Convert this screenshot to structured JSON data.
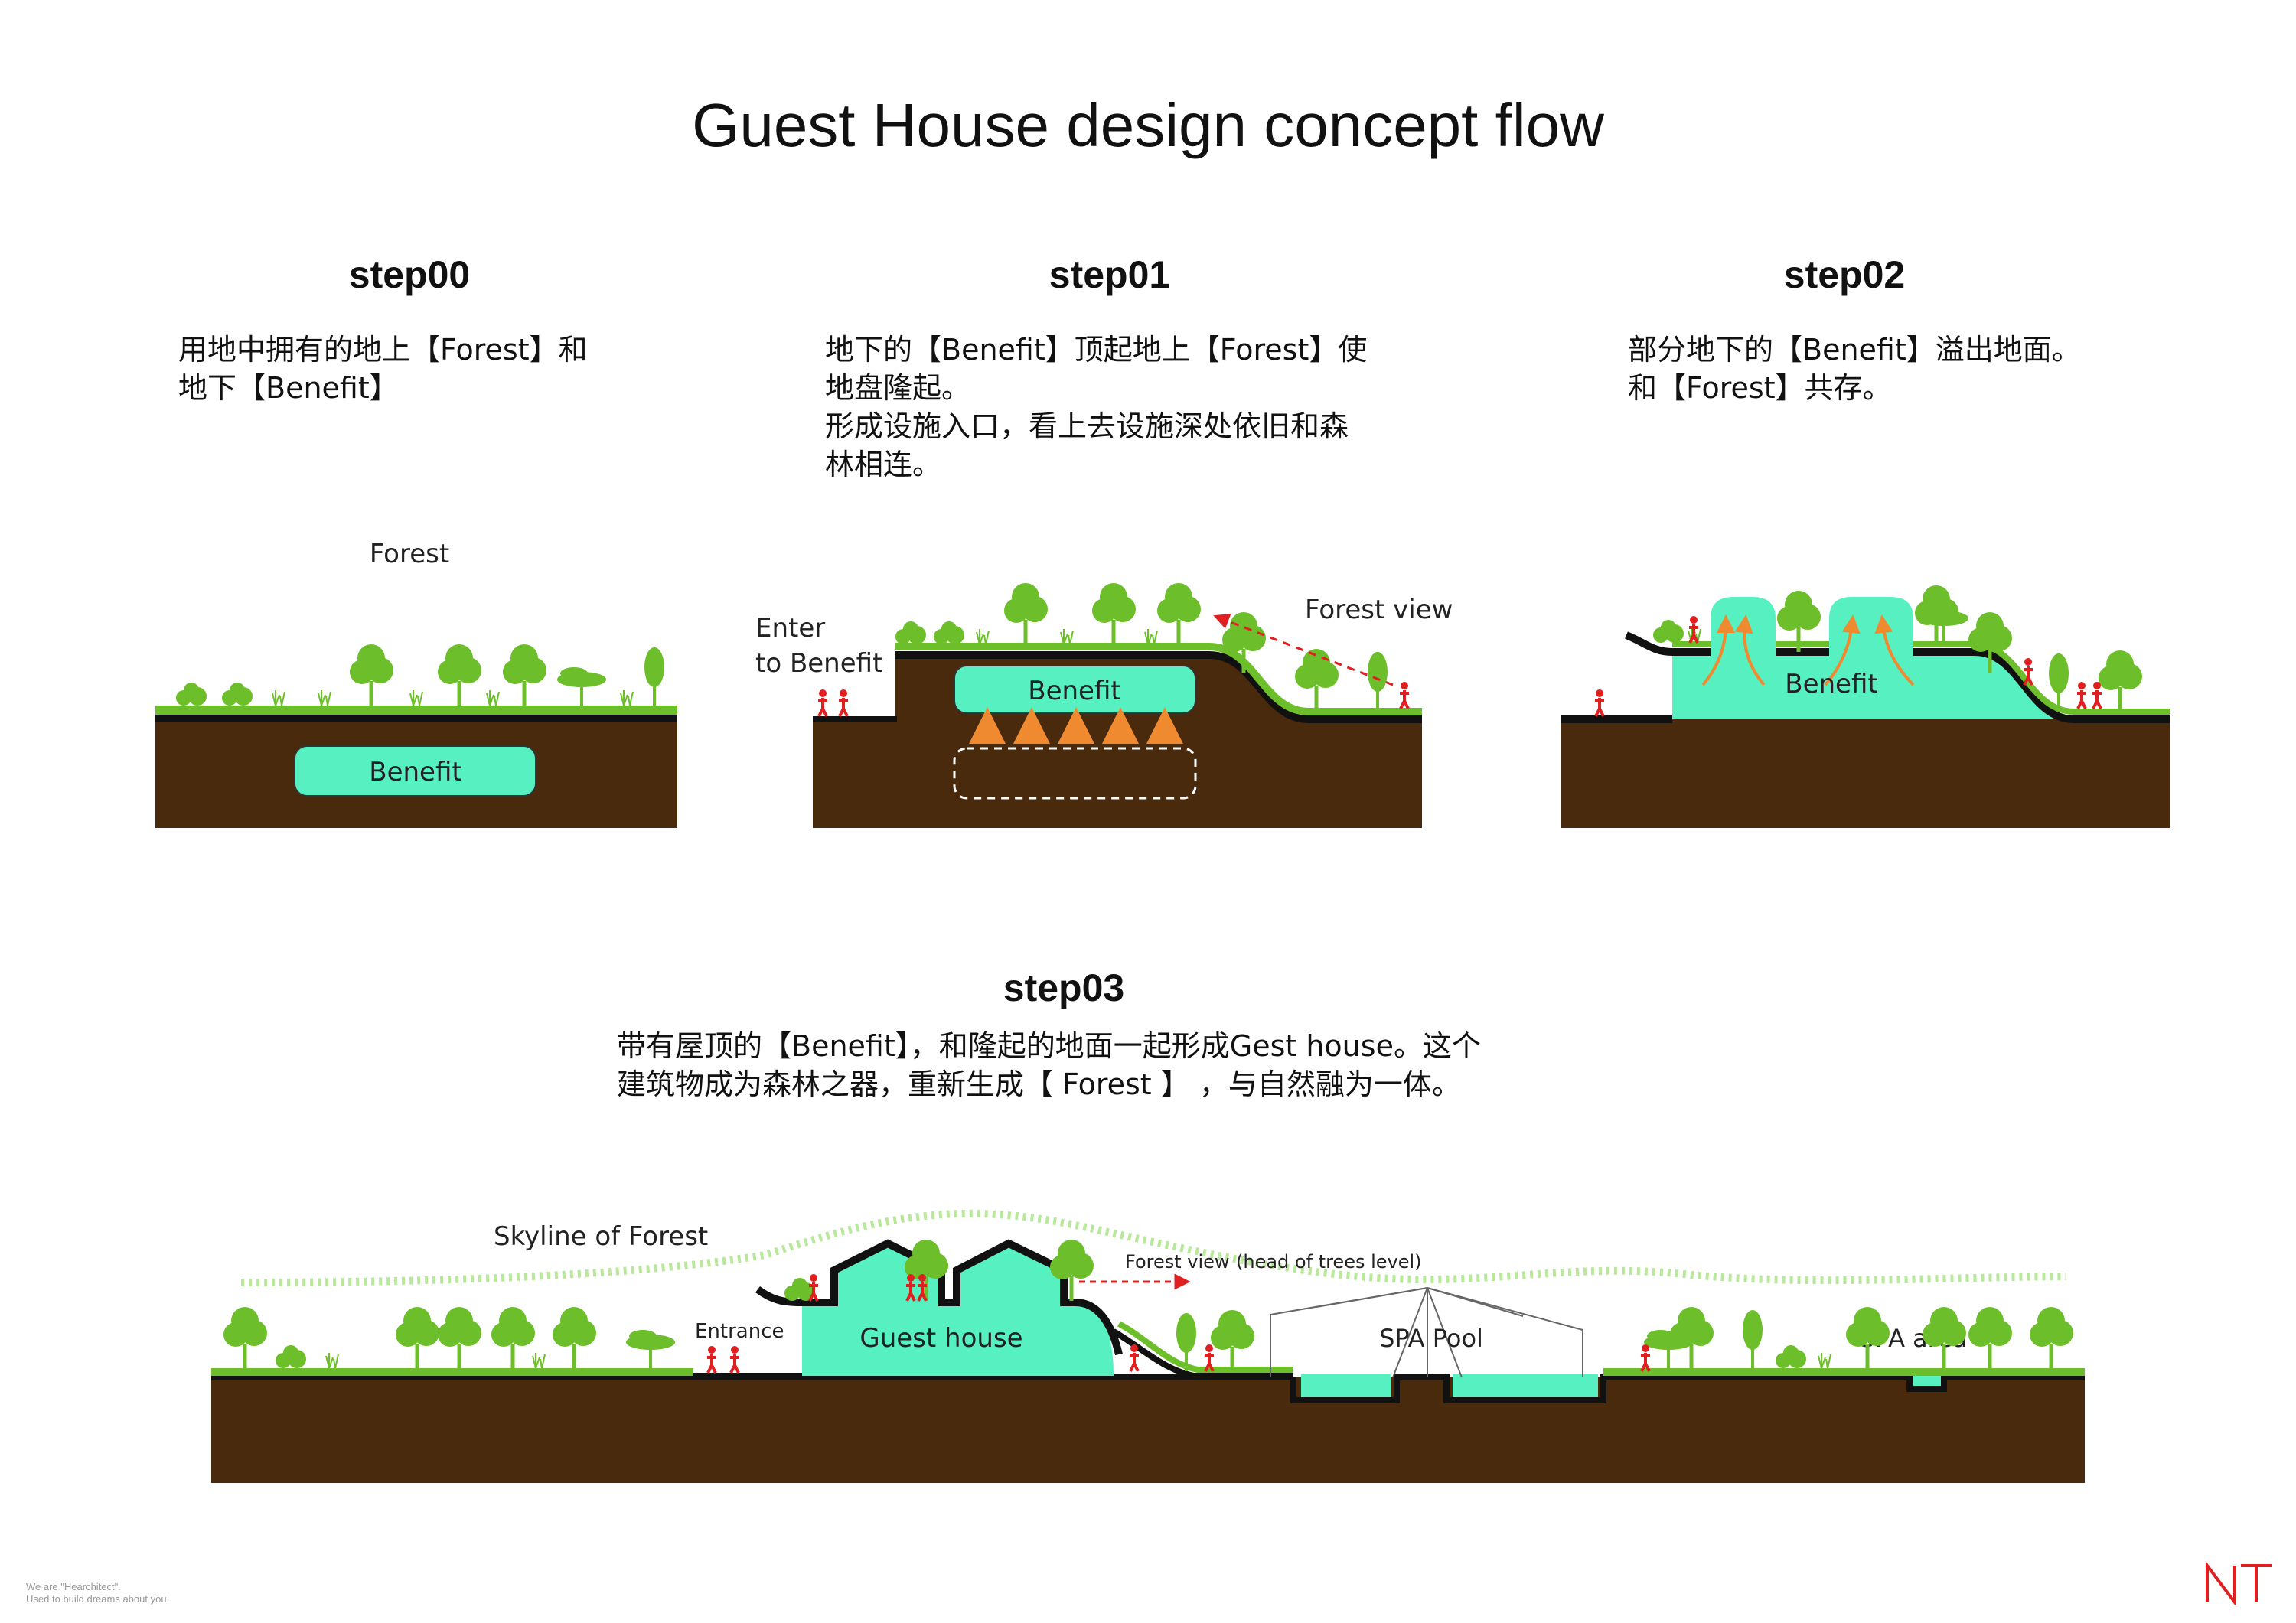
{
  "title": "Guest House design concept flow",
  "colors": {
    "soil": "#4a2a0d",
    "grass": "#6cbf2a",
    "benefit": "#57f0c0",
    "benefit_stroke": "#333333",
    "arrow": "#f08a30",
    "person": "#e02020",
    "ground_line": "#111111"
  },
  "steps": [
    {
      "label": "step00",
      "desc": [
        "用地中拥有的地上【Forest】和",
        "地下【Benefit】"
      ],
      "labels": {
        "forest": "Forest",
        "benefit": "Benefit"
      }
    },
    {
      "label": "step01",
      "desc": [
        "地下的【Benefit】顶起地上【Forest】使",
        "地盘隆起。",
        "形成设施入口，看上去设施深处依旧和森",
        "林相连。"
      ],
      "labels": {
        "enter_1": "Enter",
        "enter_2": "to Benefit",
        "forest_view": "Forest view",
        "benefit": "Benefit"
      }
    },
    {
      "label": "step02",
      "desc": [
        "部分地下的【Benefit】溢出地面。",
        "和【Forest】共存。"
      ],
      "labels": {
        "benefit": "Benefit"
      }
    },
    {
      "label": "step03",
      "desc": [
        "带有屋顶的【Benefit】，和隆起的地面一起形成Gest house。这个",
        "建筑物成为森林之器，重新生成【 Forest 】 ，与自然融为一体。"
      ],
      "labels": {
        "skyline": "Skyline of Forest",
        "entrance": "Entrance",
        "guest_house": "Guest house",
        "forest_view": "Forest view",
        "forest_view_note": "(head of trees level)",
        "spa_pool": "SPA Pool",
        "spa_area": "SPA area"
      }
    }
  ],
  "footer": {
    "line1": "We are \"Hearchitect\".",
    "line2": "Used to build dreams about you."
  },
  "logo_text": "NT"
}
